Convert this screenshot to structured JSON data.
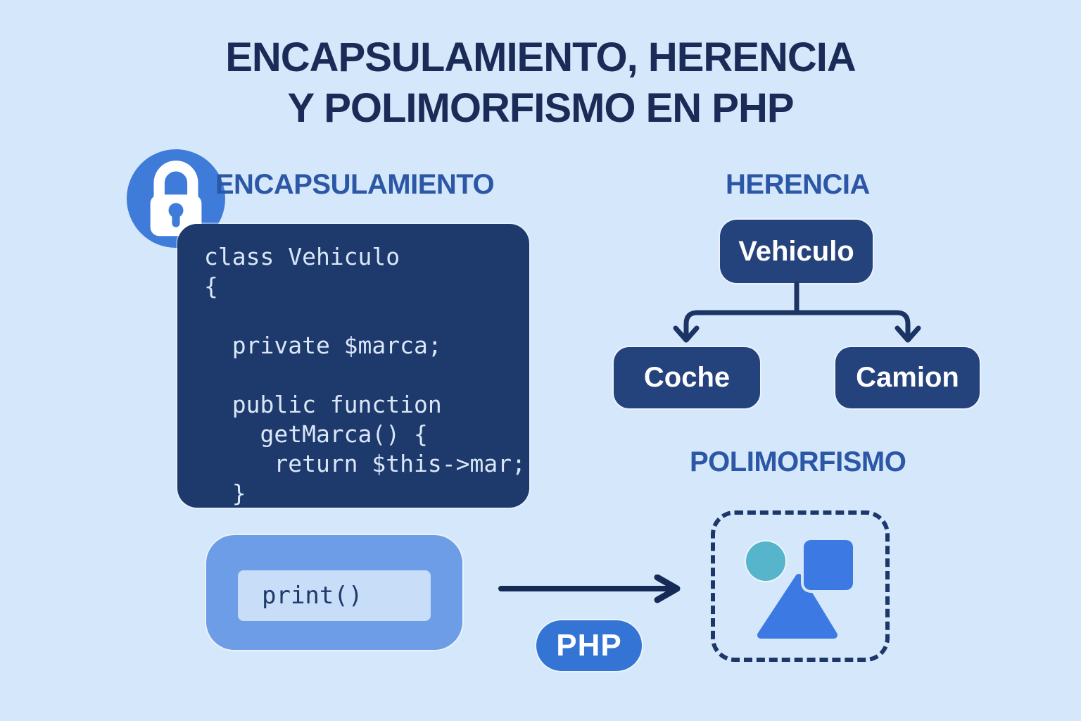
{
  "title": {
    "line1": "ENCAPSULAMIENTO, HERENCIA",
    "line2": "Y POLIMORFISMO EN PHP"
  },
  "encapsulamiento": {
    "heading": "ENCAPSULAMIENTO",
    "icon": "lock-icon",
    "code": {
      "language": "PHP",
      "lines": [
        "class Vehiculo",
        "{",
        "",
        "  private $marca;",
        "",
        "  public function",
        "    getMarca() {",
        "     return $this->mar;",
        "  }"
      ]
    }
  },
  "herencia": {
    "heading": "HERENCIA",
    "parent": "Vehiculo",
    "children": [
      "Coche",
      "Camion"
    ]
  },
  "polimorfismo": {
    "heading": "POLIMORFISMO",
    "shapes": [
      "teal-circle",
      "blue-square",
      "blue-triangle"
    ]
  },
  "bottom": {
    "code_chip": "print()",
    "php_badge": "PHP"
  },
  "colors": {
    "background": "#D5E7FA",
    "title_navy": "#1B2B57",
    "heading_blue": "#2B57A6",
    "code_block_bg": "#1E396B",
    "code_text": "#D9E7F8",
    "node_navy": "#24427C",
    "connector_navy": "#1C3464",
    "lock_circle_blue": "#3F7CDA",
    "print_chip_bg": "#6D9DE7",
    "print_field_bg": "#C8DDF7",
    "php_pill_blue": "#3474D4",
    "arrow_navy": "#152A55",
    "shape_blue": "#3D79E2",
    "shape_teal": "#56B5CB",
    "dashed_border_navy": "#1C3769"
  }
}
